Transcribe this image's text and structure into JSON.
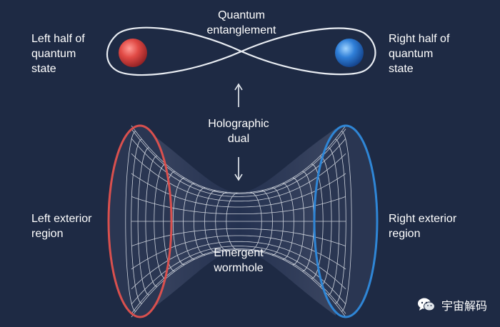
{
  "labels": {
    "entanglement": "Quantum\nentanglement",
    "left_state": "Left half of\nquantum\nstate",
    "right_state": "Right half of\nquantum\nstate",
    "holographic": "Holographic\ndual",
    "left_exterior": "Left exterior\nregion",
    "right_exterior": "Right exterior\nregion",
    "wormhole": "Emergent\nwormhole"
  },
  "watermark": {
    "text": "宇宙解码",
    "icon": "wechat-icon"
  },
  "colors": {
    "background": "#1e2a44",
    "left_accent": "#d9504e",
    "right_accent": "#2f86d6",
    "grid": "#e9edf3",
    "text": "#ffffff"
  }
}
